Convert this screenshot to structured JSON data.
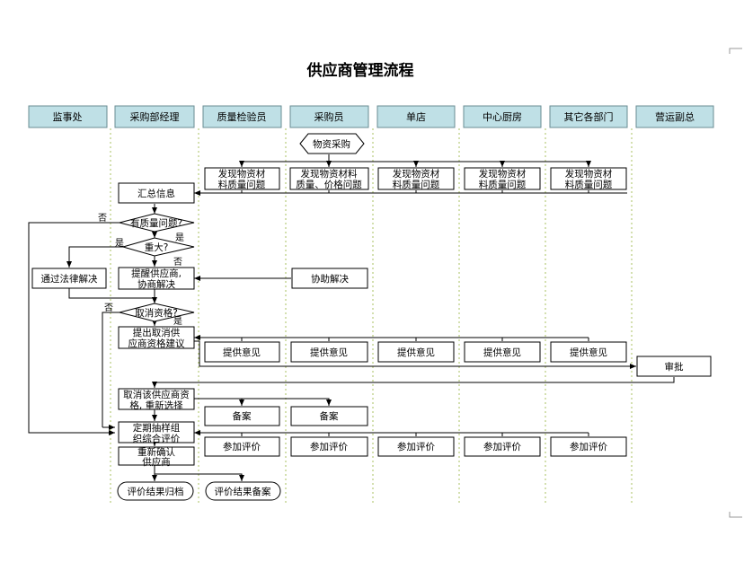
{
  "title": "供应商管理流程",
  "lanes": [
    "监事处",
    "采购部经理",
    "质量检验员",
    "采购员",
    "单店",
    "中心厨房",
    "其它各部门",
    "营运副总"
  ],
  "nodes": {
    "purchase": "物资采购",
    "find_issue_qc": [
      "发现物资材",
      "料质量问题"
    ],
    "find_issue_buyer": [
      "发现物资材料",
      "质量、价格问题"
    ],
    "find_issue_store": [
      "发现物资材",
      "料质量问题"
    ],
    "find_issue_kitchen": [
      "发现物资材",
      "料质量问题"
    ],
    "find_issue_other": [
      "发现物资材",
      "料质量问题"
    ],
    "summarize": "汇总信息",
    "quality_issue": "有质量问题?",
    "serious": "重大?",
    "legal": "通过法律解决",
    "remind": [
      "提醒供应商,",
      "协商解决"
    ],
    "assist": "协助解决",
    "cancel_q": "取消资格?",
    "propose_cancel": [
      "提出取消供",
      "应商资格建议"
    ],
    "opinion": "提供意见",
    "approve": "审批",
    "cancel_reselect": [
      "取消该供应商资",
      "格, 重新选择"
    ],
    "record": "备案",
    "periodic_eval": [
      "定期抽样组",
      "织综合评价"
    ],
    "participate": "参加评价",
    "reconfirm": [
      "重新确认",
      "供应商"
    ],
    "archive": "评价结果归档",
    "result_record": "评价结果备案"
  },
  "labels": {
    "yes": "是",
    "no": "否"
  }
}
